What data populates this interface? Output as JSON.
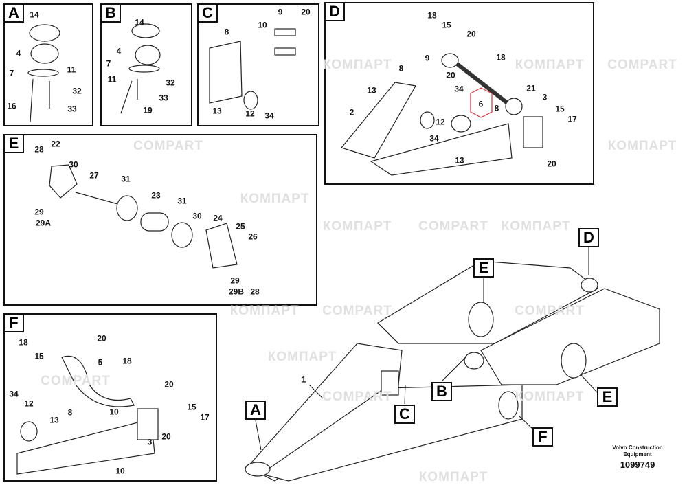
{
  "watermarks": [
    "КОМПАРТ",
    "COMPART"
  ],
  "panels": {
    "A": {
      "letter": "A",
      "labels": [
        "14",
        "4",
        "7",
        "11",
        "32",
        "16",
        "33"
      ]
    },
    "B": {
      "letter": "B",
      "labels": [
        "14",
        "4",
        "7",
        "11",
        "32",
        "33",
        "19"
      ]
    },
    "C": {
      "letter": "C",
      "labels": [
        "9",
        "20",
        "10",
        "8",
        "13",
        "12",
        "34"
      ]
    },
    "D": {
      "letter": "D",
      "labels": [
        "18",
        "15",
        "20",
        "9",
        "18",
        "8",
        "20",
        "34",
        "13",
        "21",
        "3",
        "6",
        "8",
        "12",
        "15",
        "17",
        "2",
        "34",
        "13",
        "20"
      ]
    },
    "E": {
      "letter": "E",
      "labels": [
        "28",
        "22",
        "30",
        "27",
        "31",
        "23",
        "31",
        "30",
        "24",
        "25",
        "26",
        "29",
        "29A",
        "29",
        "29B",
        "28"
      ]
    },
    "F": {
      "letter": "F",
      "labels": [
        "18",
        "20",
        "15",
        "5",
        "18",
        "20",
        "34",
        "12",
        "13",
        "8",
        "10",
        "15",
        "17",
        "20",
        "3",
        "10"
      ]
    }
  },
  "main": {
    "callouts": [
      "A",
      "B",
      "C",
      "D",
      "E",
      "E",
      "F"
    ],
    "part_label": "1"
  },
  "footer": {
    "maker": "Volvo Construction",
    "maker2": "Equipment",
    "number": "1099749"
  },
  "highlight_color": "#d9303a"
}
